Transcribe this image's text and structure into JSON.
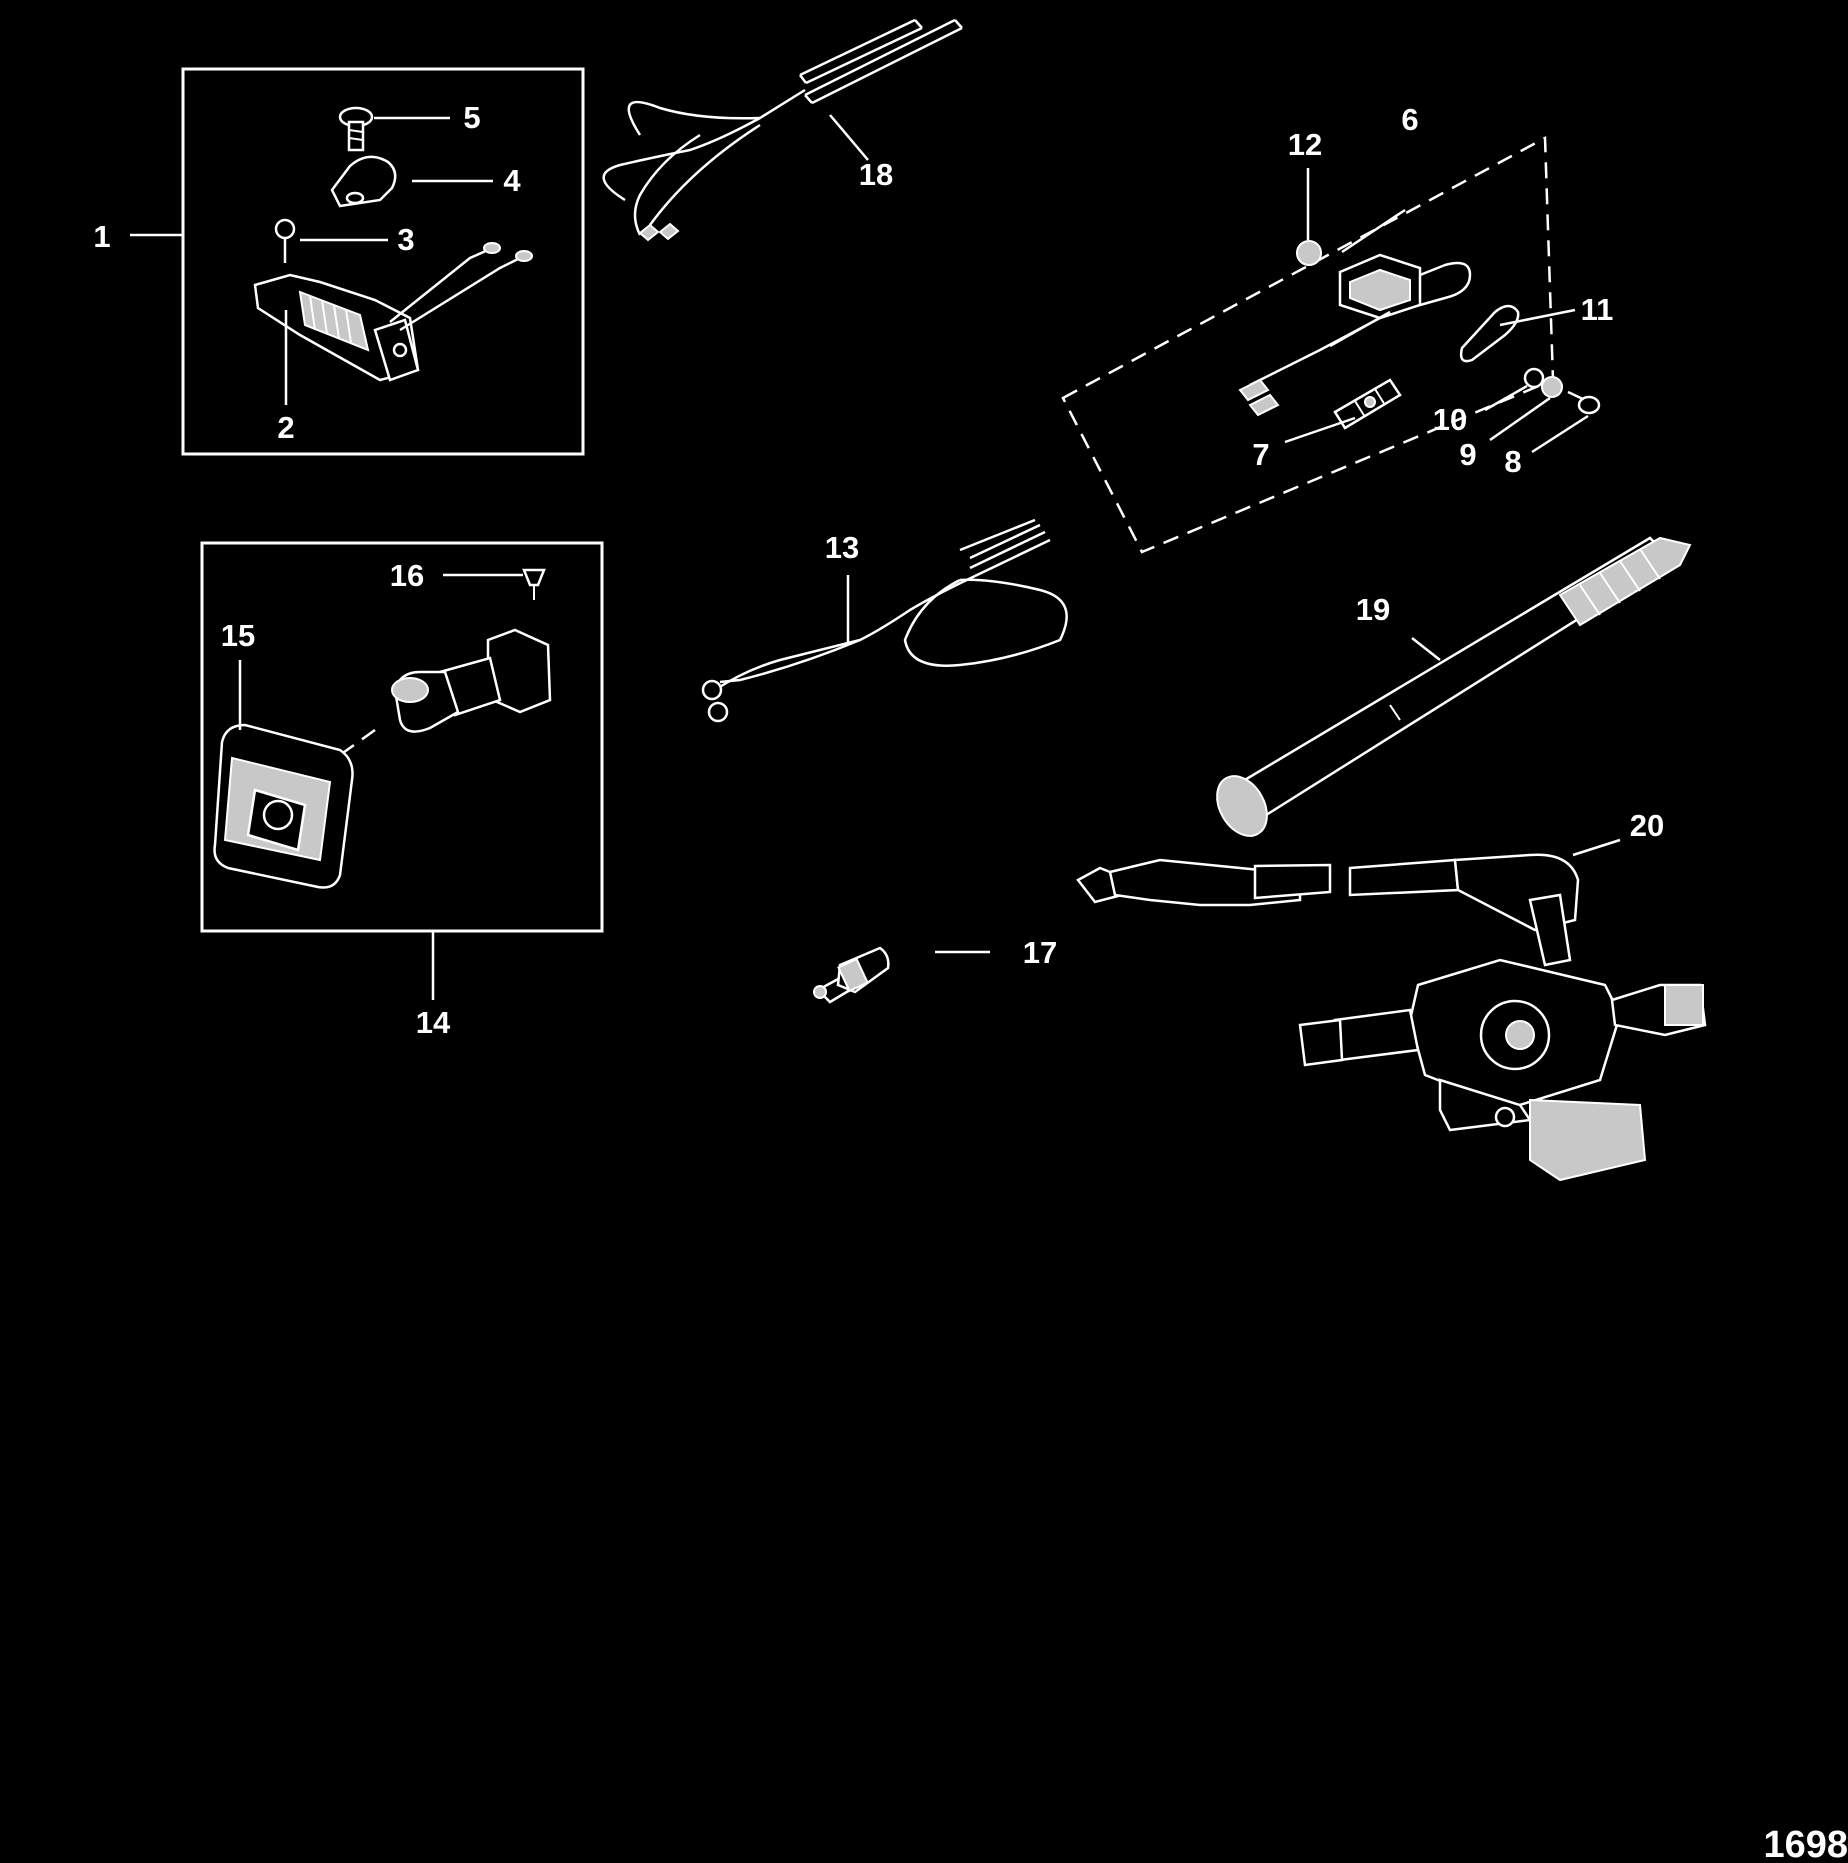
{
  "diagram": {
    "callouts": {
      "c1": "1",
      "c2": "2",
      "c3": "3",
      "c4": "4",
      "c5": "5",
      "c6": "6",
      "c7": "7",
      "c8": "8",
      "c9": "9",
      "c10": "10",
      "c11": "11",
      "c12": "12",
      "c13": "13",
      "c14": "14",
      "c15": "15",
      "c16": "16",
      "c17": "17",
      "c18": "18",
      "c19": "19",
      "c20": "20"
    },
    "figure_number": "1698",
    "colors": {
      "background": "#000000",
      "line": "#ffffff"
    }
  }
}
